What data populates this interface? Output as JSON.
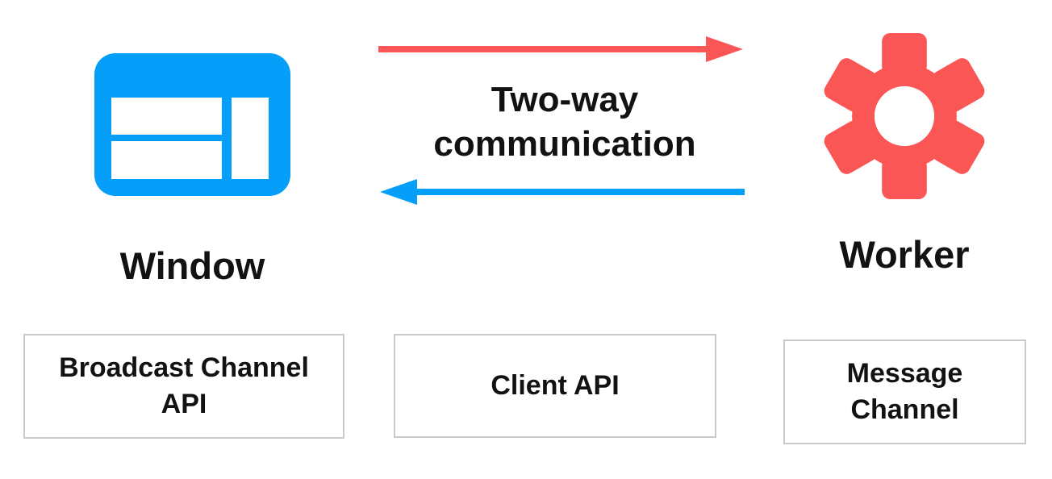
{
  "colors": {
    "window_blue": "#059EF8",
    "worker_red": "#FA5656",
    "box_border": "#C9C9C9",
    "text": "#121212",
    "background": "#FFFFFF"
  },
  "nodes": {
    "window": {
      "label": "Window",
      "icon": "browser-window-icon"
    },
    "worker": {
      "label": "Worker",
      "icon": "gear-icon"
    }
  },
  "arrows": {
    "label": "Two-way communication",
    "window_to_worker": {
      "direction": "right",
      "color": "#FA5656"
    },
    "worker_to_window": {
      "direction": "left",
      "color": "#059EF8"
    }
  },
  "api_boxes": [
    {
      "label": "Broadcast Channel API"
    },
    {
      "label": "Client API"
    },
    {
      "label": "Message Channel"
    }
  ]
}
